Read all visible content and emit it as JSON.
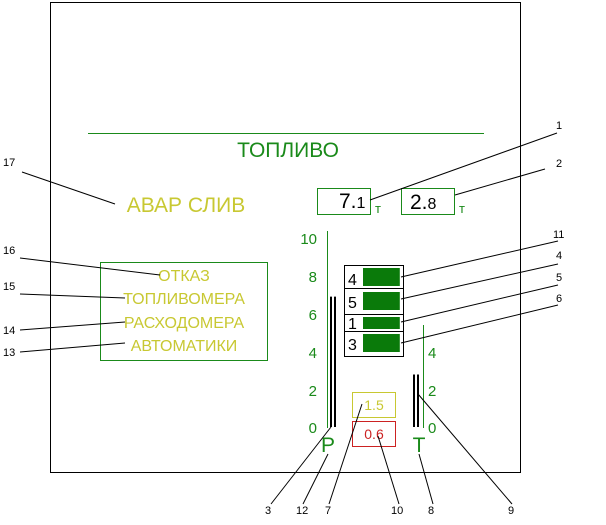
{
  "colors": {
    "green": "#1a8a1a",
    "bar_green": "#0a7a0a",
    "yellow": "#c8c832",
    "red": "#cc2222",
    "black": "#000000",
    "background": "#ffffff"
  },
  "display": {
    "title": "ТОПЛИВО",
    "alarm_dump": "АВАР СЛИВ",
    "failure_lines": [
      "ОТКАЗ",
      "ТОПЛИВОМЕРА",
      "РАСХОДОМЕРА",
      "АВТОМАТИКИ"
    ]
  },
  "fuel_total": {
    "value_int": "7.",
    "value_frac": "1",
    "unit": "т"
  },
  "fuel_right": {
    "value_int": "2.",
    "value_frac": "8",
    "unit": "т"
  },
  "gauge_p": {
    "label": "P",
    "ticks": [
      "10",
      "8",
      "6",
      "4",
      "2",
      "0"
    ],
    "range": [
      0,
      10
    ],
    "level": 6.9
  },
  "gauge_t": {
    "label": "T",
    "ticks": [
      "4",
      "2",
      "0"
    ],
    "range": [
      0,
      5
    ],
    "level": 2.5
  },
  "readouts": {
    "yellow_value": "1.5",
    "red_value": "0.6"
  },
  "tanks": [
    {
      "number": "4",
      "fill": 0.92
    },
    {
      "number": "5",
      "fill": 0.92
    },
    {
      "number": "1",
      "fill": 0.92
    },
    {
      "number": "3",
      "fill": 0.92
    }
  ],
  "callouts": [
    "1",
    "2",
    "3",
    "4",
    "5",
    "6",
    "7",
    "8",
    "9",
    "10",
    "11",
    "12",
    "13",
    "14",
    "15",
    "16",
    "17"
  ]
}
